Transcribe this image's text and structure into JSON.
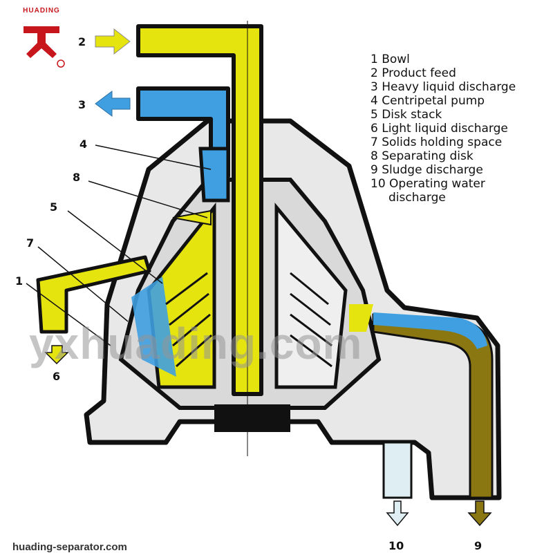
{
  "brand": {
    "name": "HUADING",
    "color": "#c8161d"
  },
  "legend": [
    "1 Bowl",
    "2 Product feed",
    "3 Heavy liquid discharge",
    "4 Centripetal pump",
    "5 Disk stack",
    "6 Light liquid discharge",
    "7 Solids holding space",
    "8 Separating disk",
    "9 Sludge discharge",
    "10 Operating water",
    "discharge"
  ],
  "callouts": {
    "c1": "1",
    "c2": "2",
    "c3": "3",
    "c4": "4",
    "c5": "5",
    "c6": "6",
    "c7": "7",
    "c8": "8",
    "c9": "9",
    "c10": "10"
  },
  "watermark": "yxhuading.com",
  "footer": "huading-separator.com",
  "colors": {
    "light_liquid": "#e6e40f",
    "heavy_liquid": "#3f9fe0",
    "sludge": "#8a7712",
    "casing": "#e8e8e8",
    "outline": "#111111"
  }
}
